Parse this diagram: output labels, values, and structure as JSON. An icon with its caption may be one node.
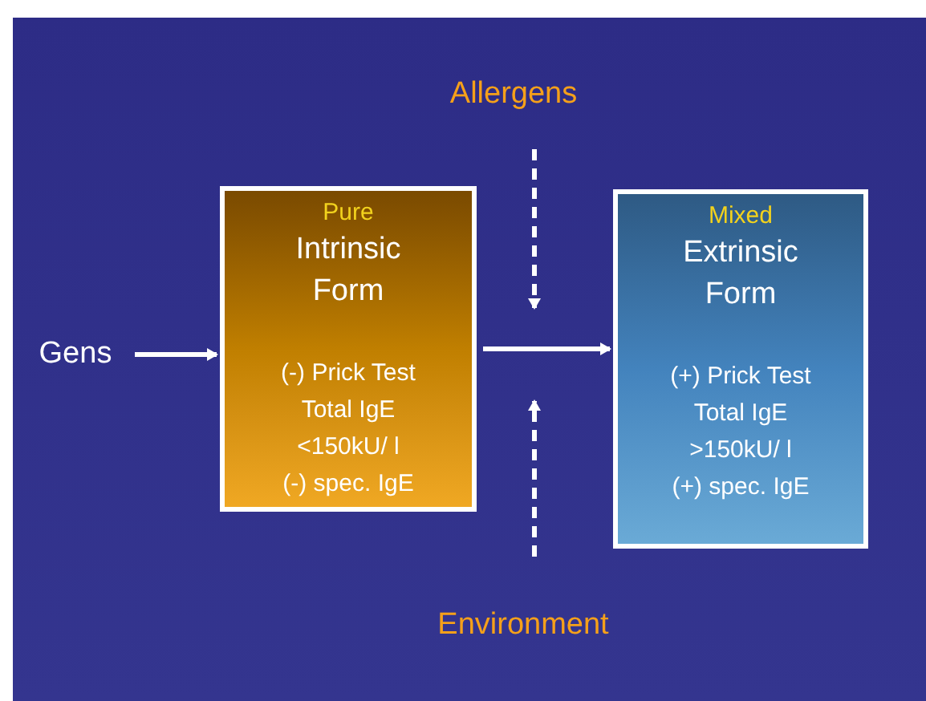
{
  "diagram": {
    "nodes": [
      {
        "text": [
          "Gens"
        ]
      },
      {
        "text": [
          "Pure",
          "Intrinsic Form",
          "(-) Prick Test",
          "Total IgE",
          "<150kU/ l",
          "(-) spec. IgE"
        ]
      },
      {
        "text": [
          "Mixed",
          "Extrinsic Form",
          "(+) Prick Test",
          "Total IgE",
          ">150kU/ l",
          "(+) spec. IgE"
        ]
      },
      {
        "text": [
          "Allergens"
        ]
      },
      {
        "text": [
          "Environment"
        ]
      }
    ],
    "edges": [
      {
        "from": 0,
        "to": 1,
        "arrow": "to"
      },
      {
        "from": 1,
        "to": 2,
        "arrow": "to"
      },
      {
        "from": 3,
        "to": null,
        "arrow": "to",
        "style": "dashed"
      },
      {
        "from": 4,
        "to": null,
        "arrow": "to",
        "style": "dashed"
      }
    ]
  }
}
